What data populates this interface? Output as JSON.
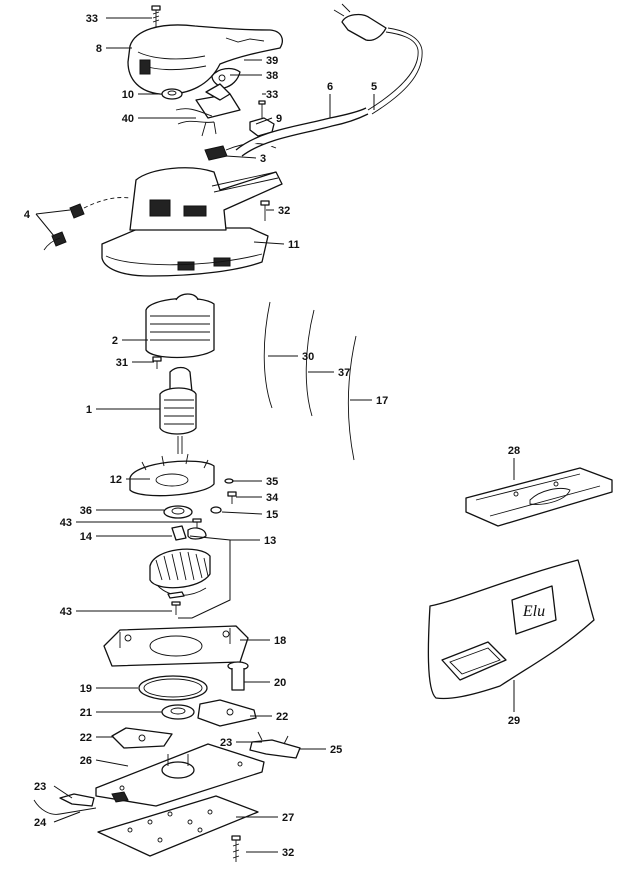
{
  "labels": {
    "p1": "1",
    "p2": "2",
    "p3": "3",
    "p4": "4",
    "p5": "5",
    "p6": "6",
    "p8": "8",
    "p9": "9",
    "p10": "10",
    "p11": "11",
    "p12": "12",
    "p13": "13",
    "p14": "14",
    "p15": "15",
    "p17": "17",
    "p18": "18",
    "p19": "19",
    "p20": "20",
    "p21": "21",
    "p22a": "22",
    "p22b": "22",
    "p23a": "23",
    "p23b": "23",
    "p24": "24",
    "p25": "25",
    "p26": "26",
    "p27": "27",
    "p28": "28",
    "p29": "29",
    "p30": "30",
    "p31": "31",
    "p32a": "32",
    "p32b": "32",
    "p33a": "33",
    "p33b": "33",
    "p34": "34",
    "p35": "35",
    "p36": "36",
    "p37": "37",
    "p38": "38",
    "p39": "39",
    "p40": "40",
    "p43a": "43",
    "p43b": "43"
  },
  "logo": {
    "text": "Elu"
  },
  "colors": {
    "ink": "#111111",
    "paper": "#ffffff"
  }
}
